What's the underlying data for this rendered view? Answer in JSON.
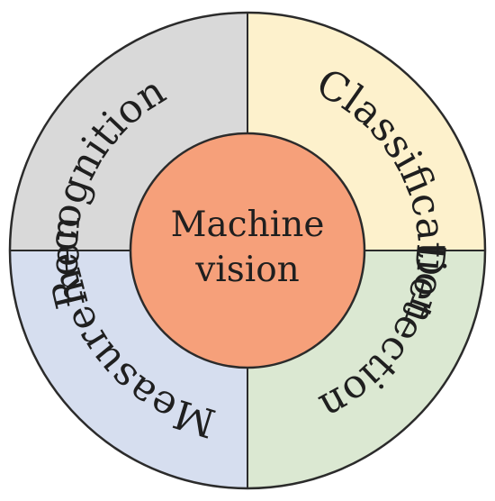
{
  "diagram": {
    "center": {
      "line1": "Machine",
      "line2": "vision",
      "color": "#f6a07a"
    },
    "segments": [
      {
        "label": "Recognition",
        "color": "#d9d9d9"
      },
      {
        "label": "Classification",
        "color": "#fdf1cc"
      },
      {
        "label": "Detection",
        "color": "#dbe8d2"
      },
      {
        "label": "Measurement",
        "color": "#d6deef"
      }
    ],
    "outline_color": "#2b2b2b"
  }
}
